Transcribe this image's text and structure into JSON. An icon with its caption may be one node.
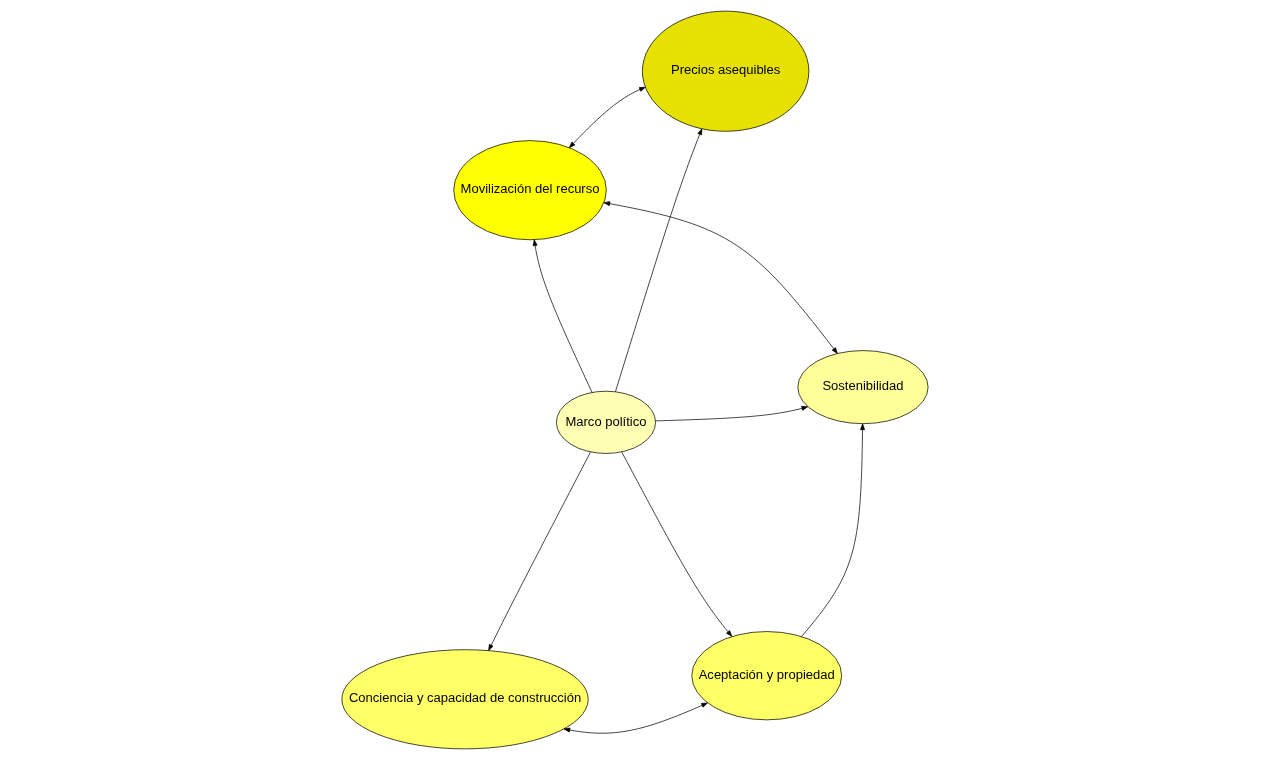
{
  "diagram": {
    "nodes": [
      {
        "text": [
          "Movilización del recurso"
        ]
      },
      {
        "text": [
          "Sostenibilidad"
        ]
      },
      {
        "text": [
          "Aceptación y propiedad"
        ]
      },
      {
        "text": [
          "Precios asequibles"
        ]
      },
      {
        "text": [
          "Marco político"
        ]
      },
      {
        "text": [
          "Conciencia y capacidad de construcción"
        ]
      }
    ],
    "edges": [
      {
        "from": 0,
        "to": 1,
        "arrow": "both"
      },
      {
        "from": 2,
        "to": 1,
        "arrow": "to"
      },
      {
        "from": 4,
        "to": 1,
        "arrow": "to"
      },
      {
        "from": 4,
        "to": 0,
        "arrow": "to"
      },
      {
        "from": 0,
        "to": 3,
        "arrow": "both"
      },
      {
        "from": 4,
        "to": 3,
        "arrow": "to"
      },
      {
        "from": 4,
        "to": 2,
        "arrow": "to"
      },
      {
        "from": 4,
        "to": 5,
        "arrow": "to"
      },
      {
        "from": 2,
        "to": 5,
        "arrow": "both"
      }
    ]
  }
}
